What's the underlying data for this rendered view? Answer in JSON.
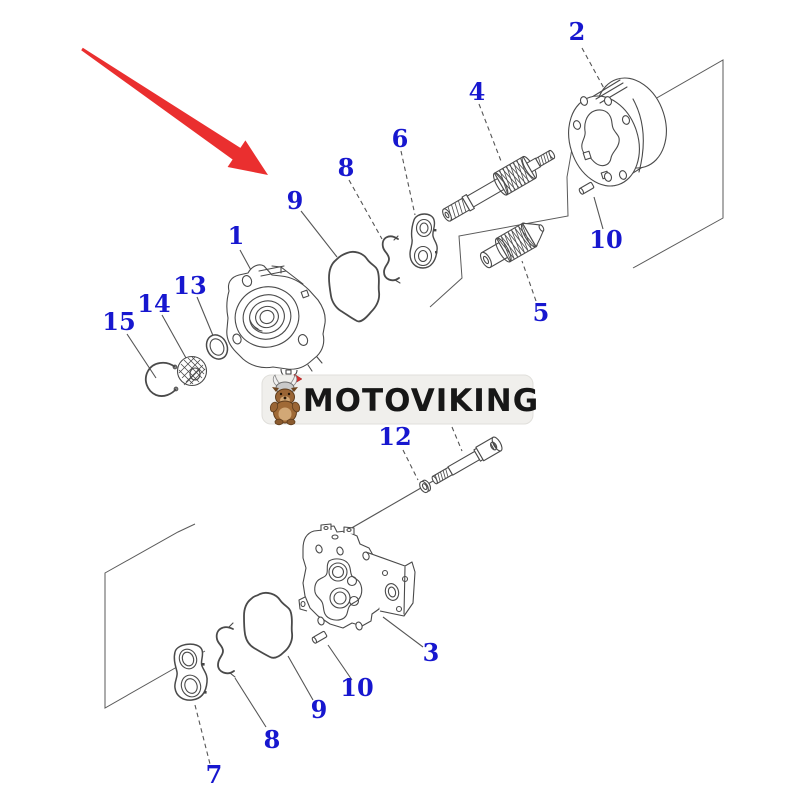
{
  "watermark": {
    "text": "MOTOVIKING",
    "mascot_icon": "viking-dog-mascot-icon",
    "bar_color": "#f0efec",
    "text_color": "#171717"
  },
  "pointer_arrow": {
    "icon": "red-arrow-icon",
    "color": "#ea2f2f"
  },
  "colors": {
    "background": "#ffffff",
    "callout_text": "#1717cf",
    "line_work": "#4a4a4a"
  },
  "callouts": {
    "c1": "1",
    "c2": "2",
    "c3": "3",
    "c4": "4",
    "c5": "5",
    "c6": "6",
    "c7": "7",
    "c8_top": "8",
    "c8_bottom": "8",
    "c9_top": "9",
    "c9_bottom": "9",
    "c10_top": "10",
    "c10_bottom": "10",
    "c12": "12",
    "c13": "13",
    "c14": "14",
    "c15": "15"
  }
}
